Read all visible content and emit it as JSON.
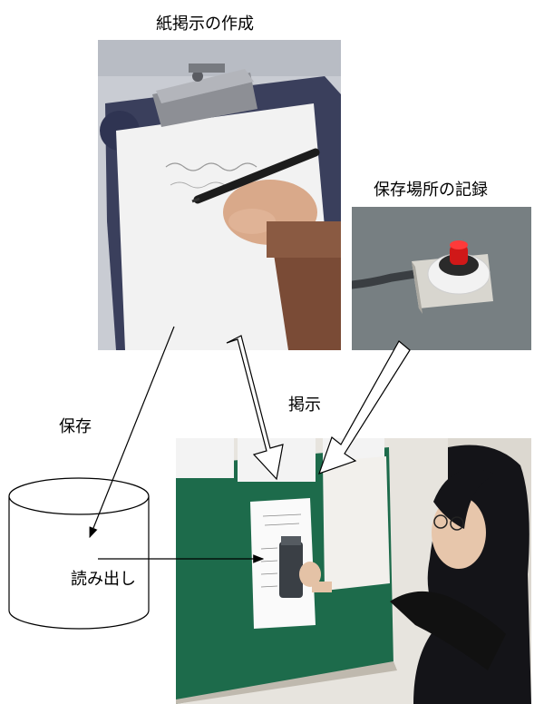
{
  "labels": {
    "paper_notice": "紙掲示の作成",
    "storage_record": "保存場所の記録",
    "save": "保存",
    "post": "掲示",
    "read_out": "読み出し"
  },
  "photos": {
    "writing": "pen-tablet-writing-photo",
    "device": "storage-location-device-photo",
    "board": "bulletin-board-photo"
  }
}
